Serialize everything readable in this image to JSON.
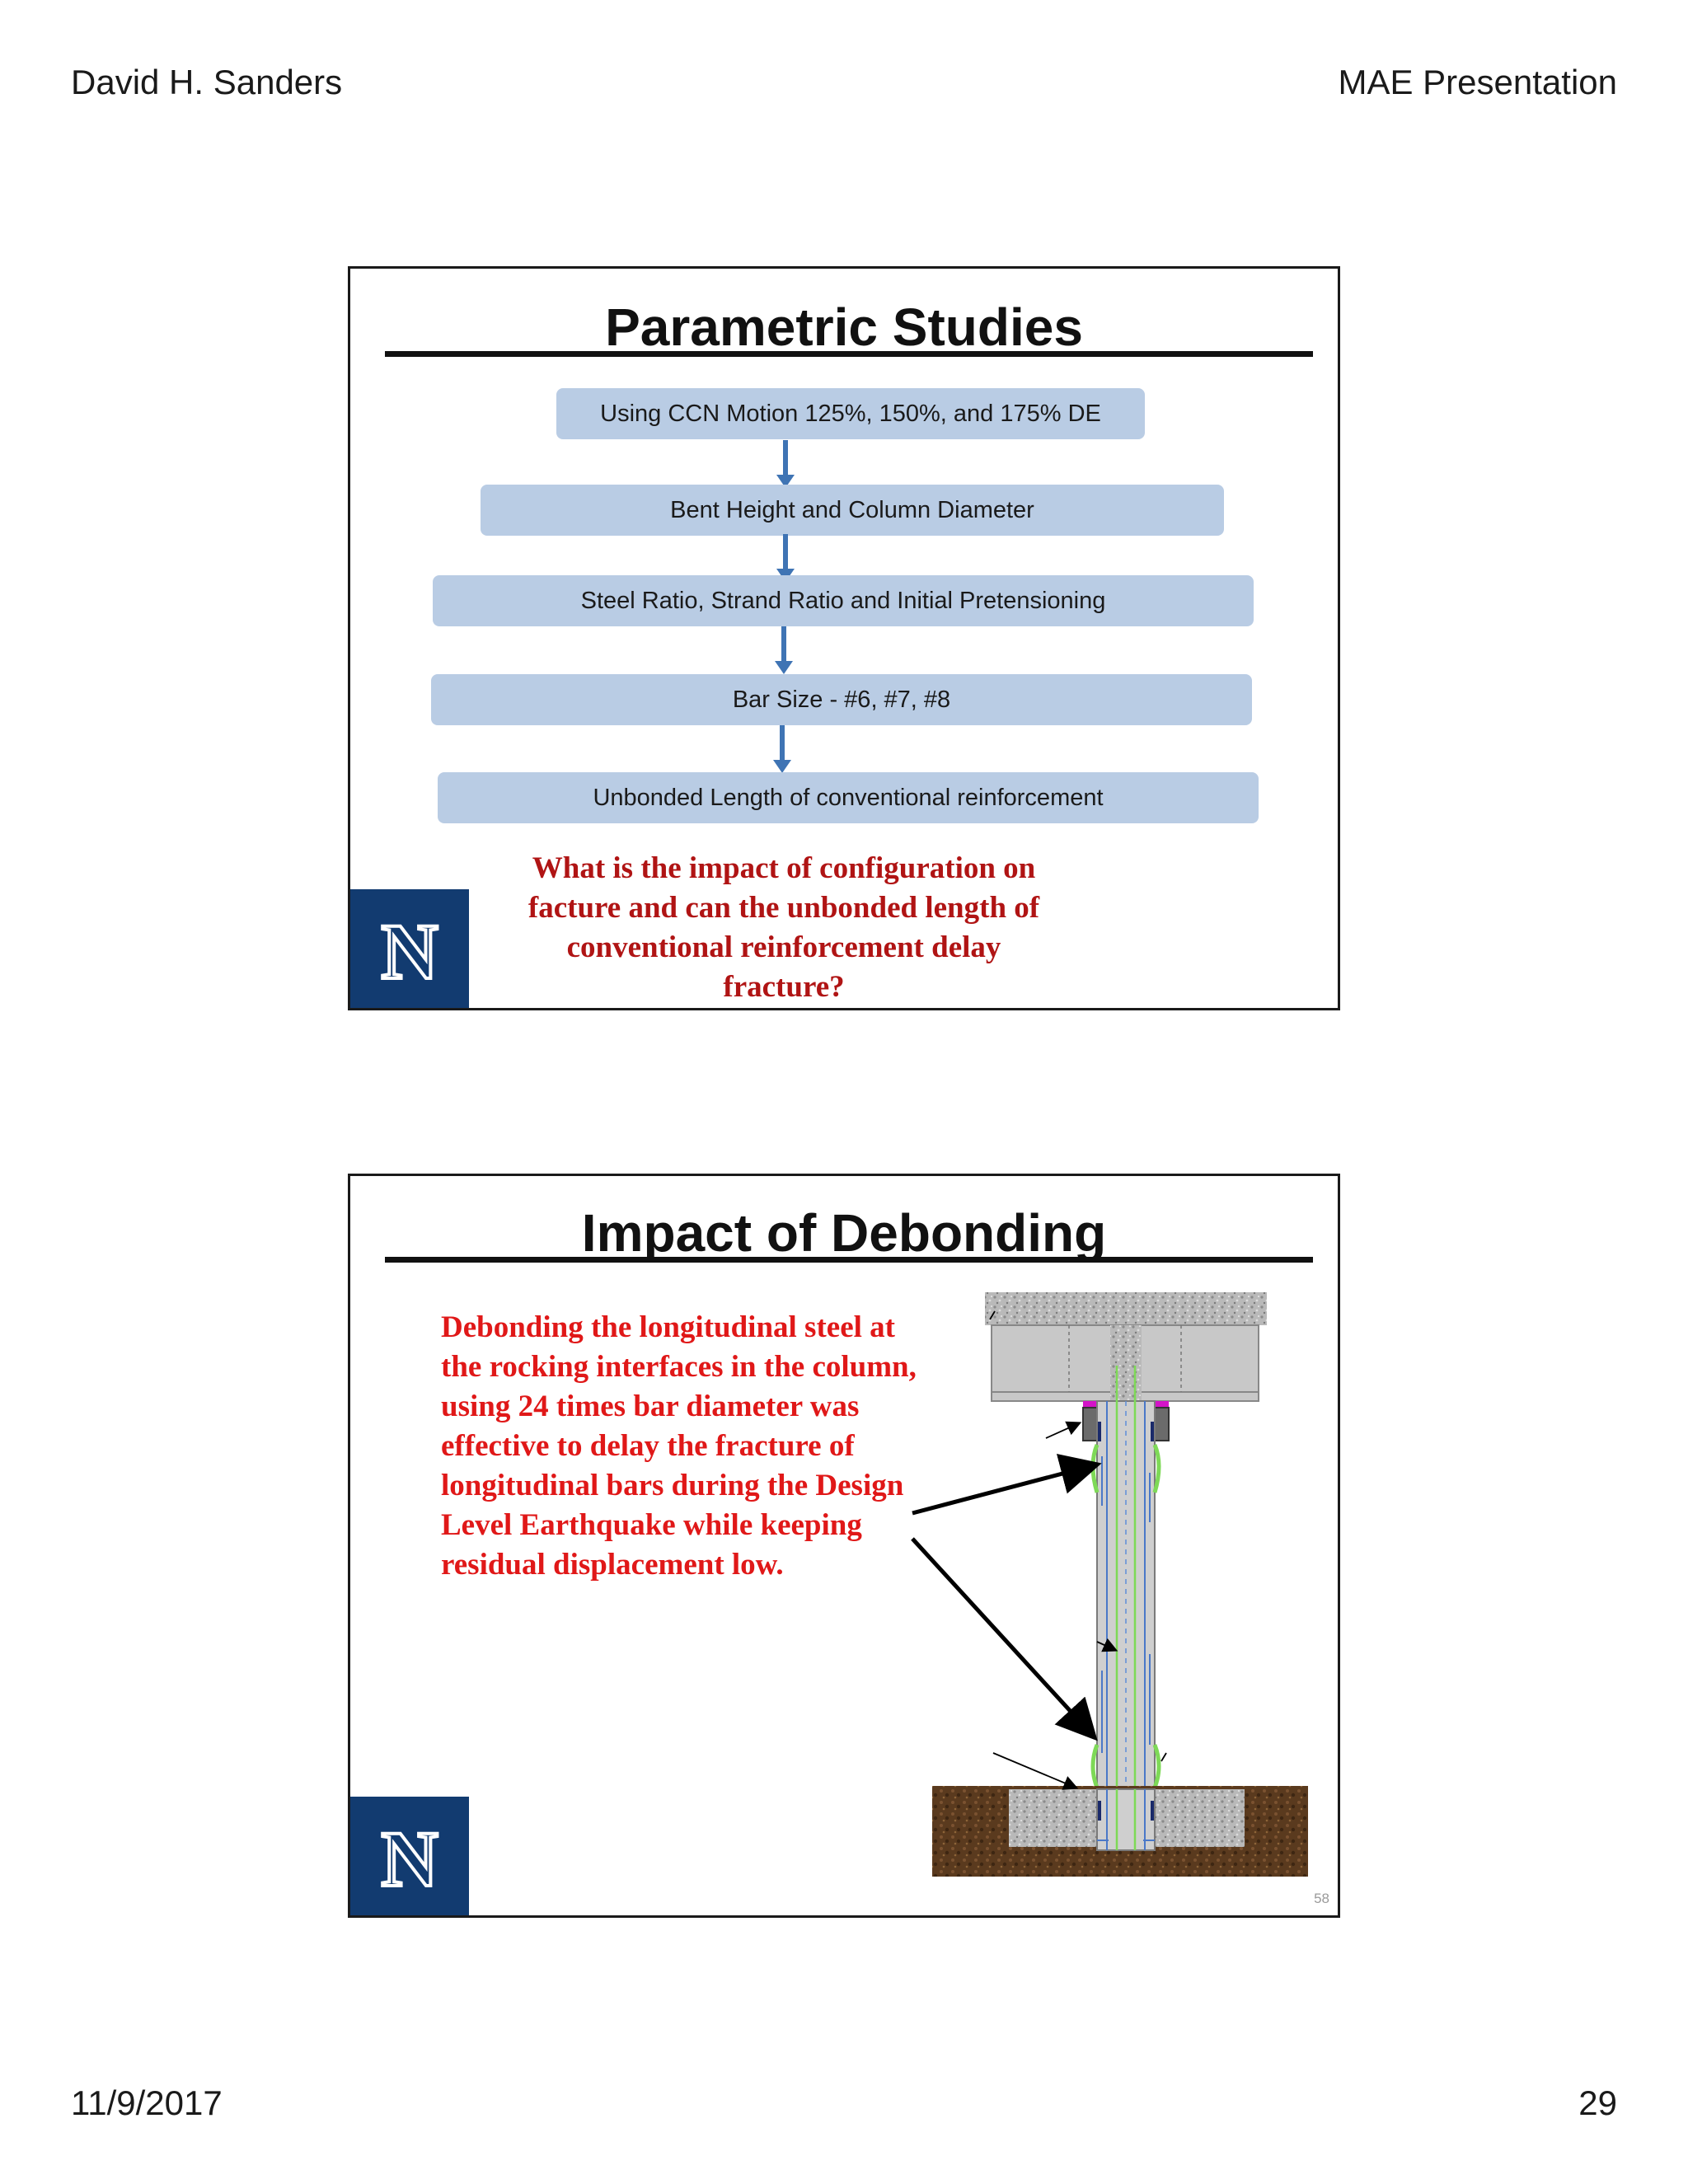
{
  "header": {
    "author": "David H. Sanders",
    "title": "MAE Presentation"
  },
  "footer": {
    "date": "11/9/2017",
    "page": "29"
  },
  "slide1": {
    "title": "Parametric Studies",
    "flow": [
      "Using CCN Motion 125%, 150%, and 175% DE",
      "Bent Height and Column Diameter",
      "Steel Ratio, Strand Ratio and Initial Pretensioning",
      "Bar Size - #6, #7, #8",
      "Unbonded Length of conventional reinforcement"
    ],
    "question": "What is the impact of configuration on facture and can the unbonded length of conventional reinforcement delay fracture?",
    "logo": "N"
  },
  "slide2": {
    "title": "Impact of Debonding",
    "body": "Debonding the longitudinal steel at the rocking interfaces in the column, using 24 times bar diameter was effective to delay the fracture of longitudinal bars during the Design Level Earthquake while keeping residual displacement low.",
    "logo": "N",
    "slide_number": "58"
  },
  "colors": {
    "flow_box": "#b9cce4",
    "arrow": "#3f74b4",
    "question_red": "#b01414",
    "body_red": "#e01818",
    "logo_blue": "#123b70",
    "debond_green": "#7ed957",
    "bar_blue": "#4a78c8",
    "pad_magenta": "#d414c8",
    "soil_brown": "#5a3a1e"
  }
}
